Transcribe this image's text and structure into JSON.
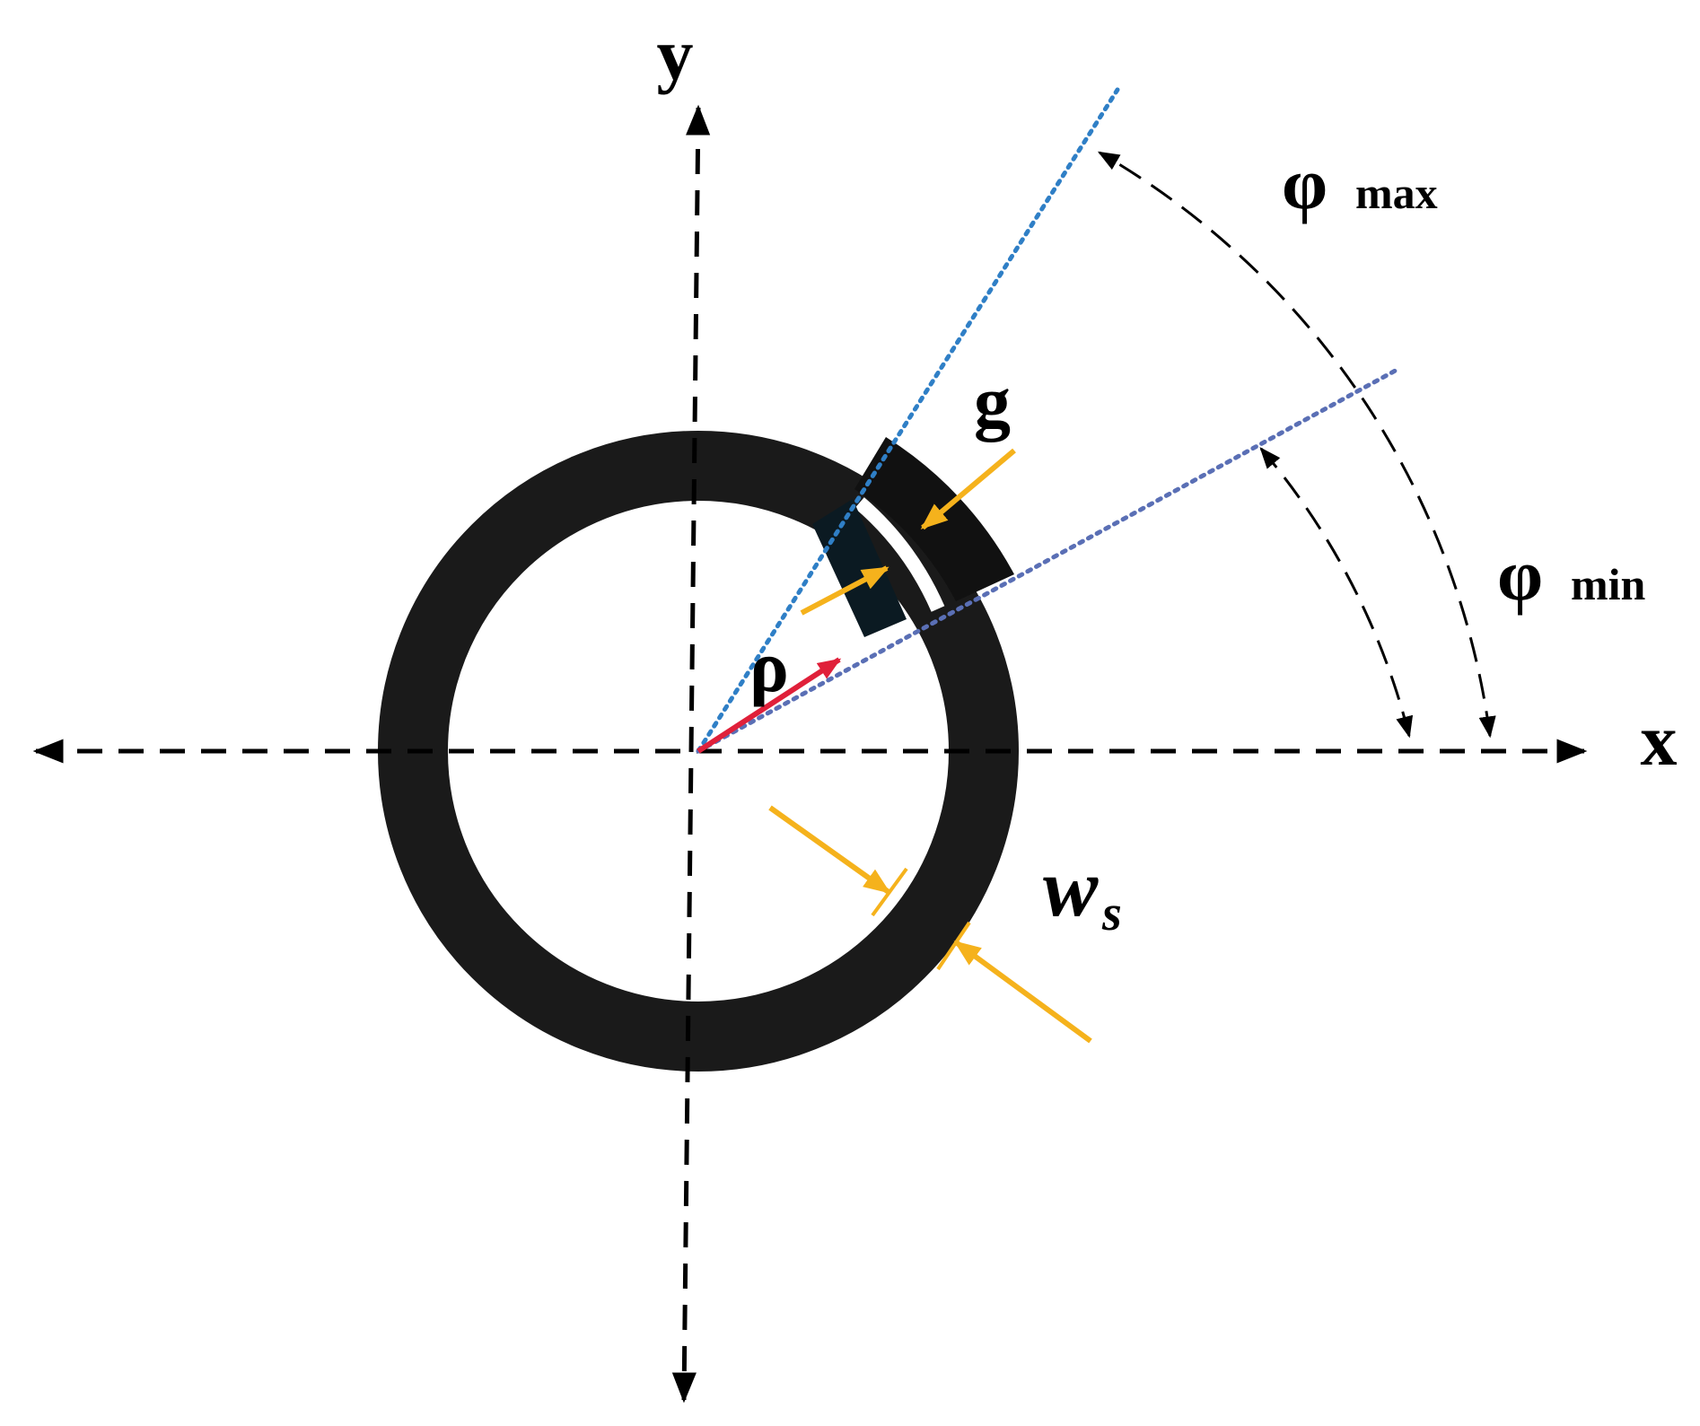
{
  "labels": {
    "y_axis": "y",
    "x_axis": "x",
    "phi_max_symbol": "φ",
    "phi_max_sub": "max",
    "phi_min_symbol": "φ",
    "phi_min_sub": "min",
    "gap": "g",
    "rho": "ρ",
    "width_symbol": "w",
    "width_sub": "s"
  },
  "colors": {
    "ring": "#1a1a1a",
    "axes": "#000000",
    "radial_vector": "#e0203a",
    "dimension_arrows": "#f5b21c",
    "phi_max_ray": "#2f7fc6",
    "phi_min_ray": "#5a6fb5",
    "segment_fill": "#0b1a22"
  }
}
